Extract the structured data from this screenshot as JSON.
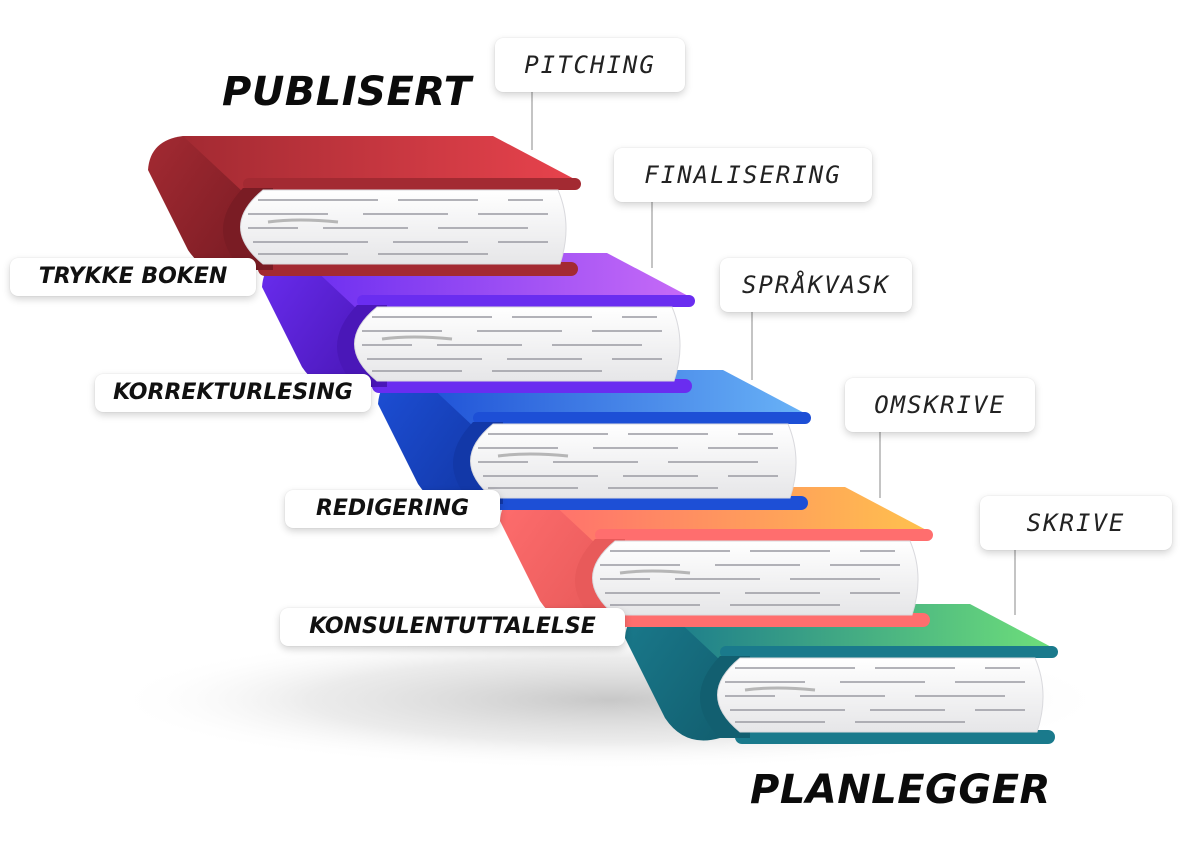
{
  "title_top": "PUBLISERT",
  "title_bottom": "PLANLEGGER",
  "left_labels": [
    "TRYKKE BOKEN",
    "KORREKTURLESING",
    "REDIGERING",
    "KONSULENTUTTALELSE"
  ],
  "right_labels": [
    "PITCHING",
    "FINALISERING",
    "SPRÅKVASK",
    "OMSKRIVE",
    "SKRIVE"
  ],
  "books": [
    {
      "name": "red",
      "cover_light": "#e8434d",
      "cover_dark": "#a32a32",
      "spine": "#7a1c24"
    },
    {
      "name": "purple",
      "cover_light": "#c86cf7",
      "cover_dark": "#6a2df0",
      "spine": "#4a17b8"
    },
    {
      "name": "blue",
      "cover_light": "#6ab4f7",
      "cover_dark": "#1d4fd6",
      "spine": "#1238a8"
    },
    {
      "name": "orange",
      "cover_light": "#ffc24d",
      "cover_dark": "#ff6e6e",
      "spine": "#e85a5a"
    },
    {
      "name": "green",
      "cover_light": "#6fe07a",
      "cover_dark": "#1a7a8c",
      "spine": "#125f70"
    }
  ]
}
